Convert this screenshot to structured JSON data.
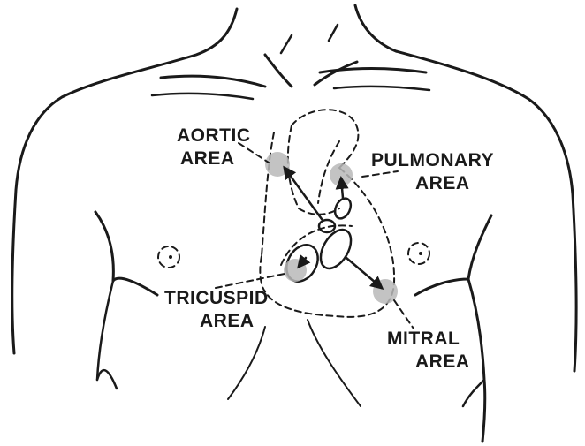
{
  "labels": {
    "aortic": [
      "AORTIC",
      "AREA"
    ],
    "pulmonary": [
      "PULMONARY",
      "AREA"
    ],
    "tricuspid": [
      "TRICUSPID",
      "AREA"
    ],
    "mitral": [
      "MITRAL",
      "AREA"
    ]
  },
  "colors": {
    "ink": "#1a1a1a",
    "spot": "#b8b8b8",
    "background": "#ffffff"
  }
}
